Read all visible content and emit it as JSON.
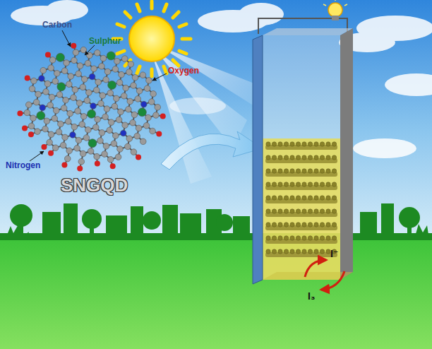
{
  "diagram": {
    "labels": [
      "Carbon",
      "Sulphur",
      "Oxygen",
      "Nitrogen",
      "SNGQD",
      "I⁻",
      "I₃"
    ]
  }
}
